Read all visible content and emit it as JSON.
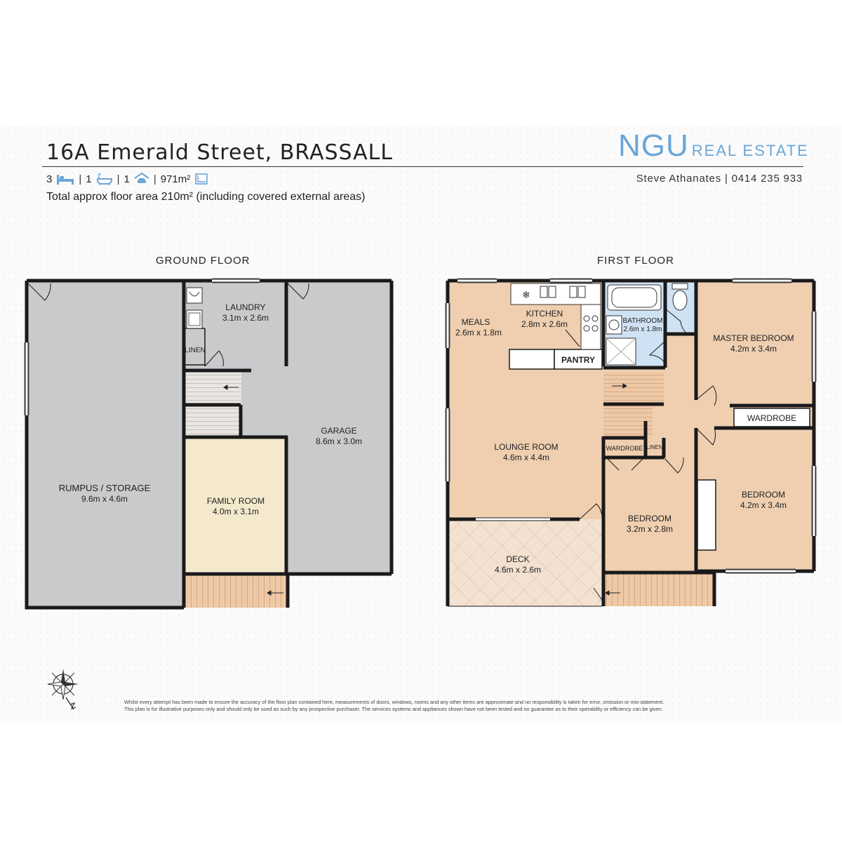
{
  "listing": {
    "address": "16A Emerald Street, BRASSALL",
    "bedrooms": "3",
    "bathrooms": "1",
    "car_spaces": "1",
    "land_size": "971m²",
    "floor_area_text": "Total approx floor area 210m² (including covered external areas)"
  },
  "agency": {
    "name_bold": "NGU",
    "name_suffix": "REAL ESTATE",
    "agent_line": "Steve Athanates | 0414 235 933",
    "brand_color": "#6aa6d8"
  },
  "icons": [
    "bed-icon",
    "bath-icon",
    "car-icon",
    "land-icon",
    "compass-icon",
    "fridge-icon",
    "sink-icon",
    "stove-icon",
    "bathtub-icon",
    "toilet-icon",
    "shower-icon",
    "vanity-icon"
  ],
  "colors": {
    "garage_rumpus": "#c9cacc",
    "living_rooms": "#efcfb0",
    "family_room": "#f4e9cc",
    "wet_areas": "#cfe2f4",
    "deck": "#f3e2d2",
    "stairs": "#efc8a5",
    "walls": "#1a1a1a"
  },
  "ground_floor": {
    "label": "GROUND FLOOR",
    "rooms": {
      "rumpus": {
        "name": "RUMPUS / STORAGE",
        "size": "9.6m x 4.6m"
      },
      "laundry": {
        "name": "LAUNDRY",
        "size": "3.1m x 2.6m"
      },
      "linen": {
        "name": "LINEN"
      },
      "garage": {
        "name": "GARAGE",
        "size": "8.6m x 3.0m"
      },
      "family": {
        "name": "FAMILY ROOM",
        "size": "4.0m x 3.1m"
      }
    }
  },
  "first_floor": {
    "label": "FIRST FLOOR",
    "rooms": {
      "meals": {
        "name": "MEALS",
        "size": "2.6m x 1.8m"
      },
      "kitchen": {
        "name": "KITCHEN",
        "size": "2.8m x 2.6m"
      },
      "pantry": {
        "name": "PANTRY"
      },
      "bathroom": {
        "name": "BATHROOM",
        "size": "2.6m x 1.8m"
      },
      "master": {
        "name": "MASTER BEDROOM",
        "size": "4.2m x 3.4m"
      },
      "wardrobe_master": {
        "name": "WARDROBE"
      },
      "lounge": {
        "name": "LOUNGE ROOM",
        "size": "4.6m x 4.4m"
      },
      "wardrobe_bed3": {
        "name": "WARDROBE"
      },
      "linen": {
        "name": "LINEN"
      },
      "bedroom3": {
        "name": "BEDROOM",
        "size": "3.2m x 2.8m"
      },
      "bedroom2": {
        "name": "BEDROOM",
        "size": "4.2m x 3.4m"
      },
      "deck": {
        "name": "DECK",
        "size": "4.6m x 2.6m"
      }
    }
  },
  "disclaimer": {
    "line1": "Whilst every attempt has been made to ensure the accuracy of the floor plan contained here, measurements of doors, windows, rooms and any other items are approximate and no responsibility is taken for error, omission or mis-statement.",
    "line2": "This plan is for illustrative purposes only and should only be used as such by any prospective purchaser. The services systems and appliances shown have not been tested and no guarantee as to their operability or efficiency can be given."
  }
}
